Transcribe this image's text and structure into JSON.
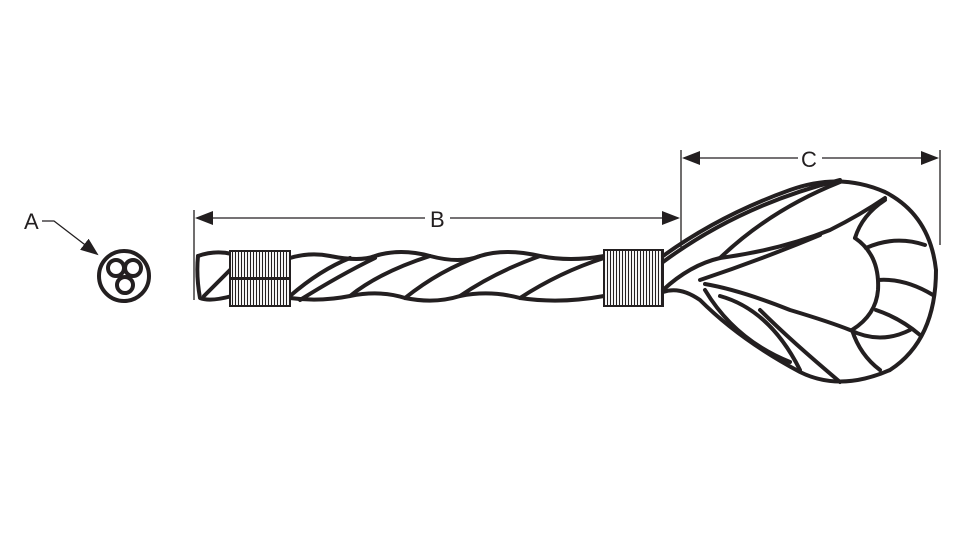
{
  "labels": {
    "a": "A",
    "b": "B",
    "c": "C"
  },
  "colors": {
    "ink": "#231f20",
    "background": "#ffffff"
  }
}
